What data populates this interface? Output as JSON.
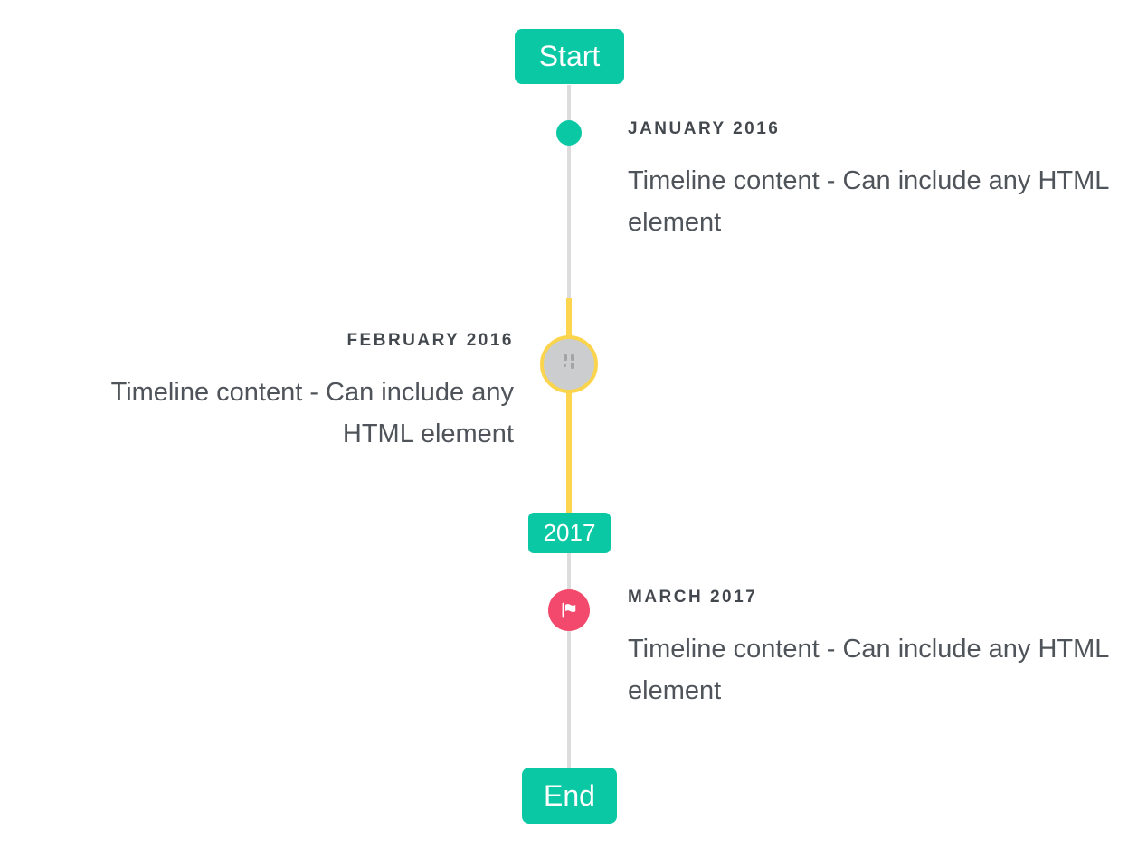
{
  "timeline": {
    "start_label": "Start",
    "end_label": "End",
    "period_label": "2017",
    "events": [
      {
        "title": "JANUARY 2016",
        "content": "Timeline content - Can include any HTML element",
        "side": "right",
        "marker": "teal-dot"
      },
      {
        "title": "FEBRUARY 2016",
        "content": "Timeline content - Can include any HTML element",
        "side": "left",
        "marker": "gray-circle-yellow-ring-broken-image"
      },
      {
        "title": "MARCH 2017",
        "content": "Timeline content - Can include any HTML element",
        "side": "right",
        "marker": "red-flag-circle"
      }
    ]
  },
  "colors": {
    "accent_teal": "#0bc8a5",
    "accent_yellow": "#fdd54f",
    "accent_red": "#f2496d",
    "line_gray": "#dcdcdc",
    "marker_gray_fill": "#cbcdce",
    "title_text": "#43484e",
    "body_text": "#4f545a",
    "badge_text": "#ffffff",
    "background": "#ffffff"
  }
}
